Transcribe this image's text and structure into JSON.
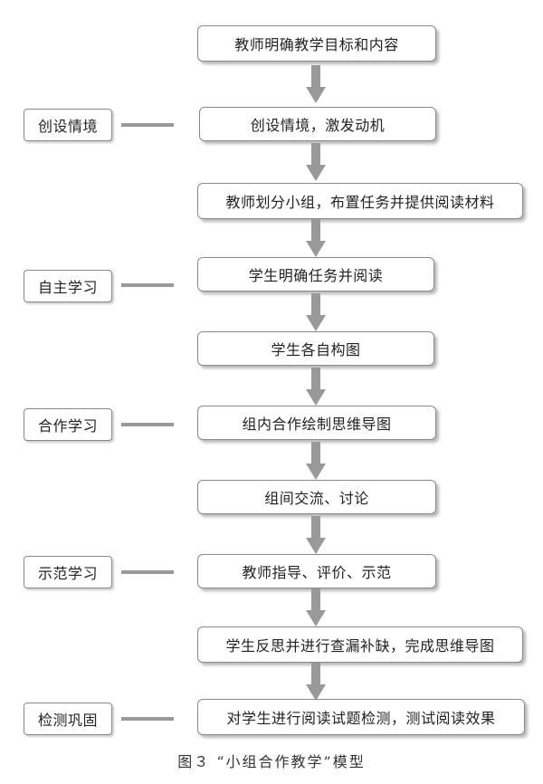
{
  "flow_steps": [
    "教师明确教学目标和内容",
    "创设情境，激发动机",
    "教师划分小组，布置任务并提供阅读材料",
    "学生明确任务并阅读",
    "学生各自构图",
    "组内合作绘制思维导图",
    "组间交流、讨论",
    "教师指导、评价、示范",
    "学生反思并进行查漏补缺，完成思维导图",
    "对学生进行阅读试题检测，测试阅读效果"
  ],
  "stages": [
    "创设情境",
    "自主学习",
    "合作学习",
    "示范学习",
    "检测巩固"
  ],
  "caption": "图３  “小组合作教学”模型",
  "colors": {
    "arrow": "#999999",
    "border": "#8a8a8a",
    "connector": "#999999"
  }
}
